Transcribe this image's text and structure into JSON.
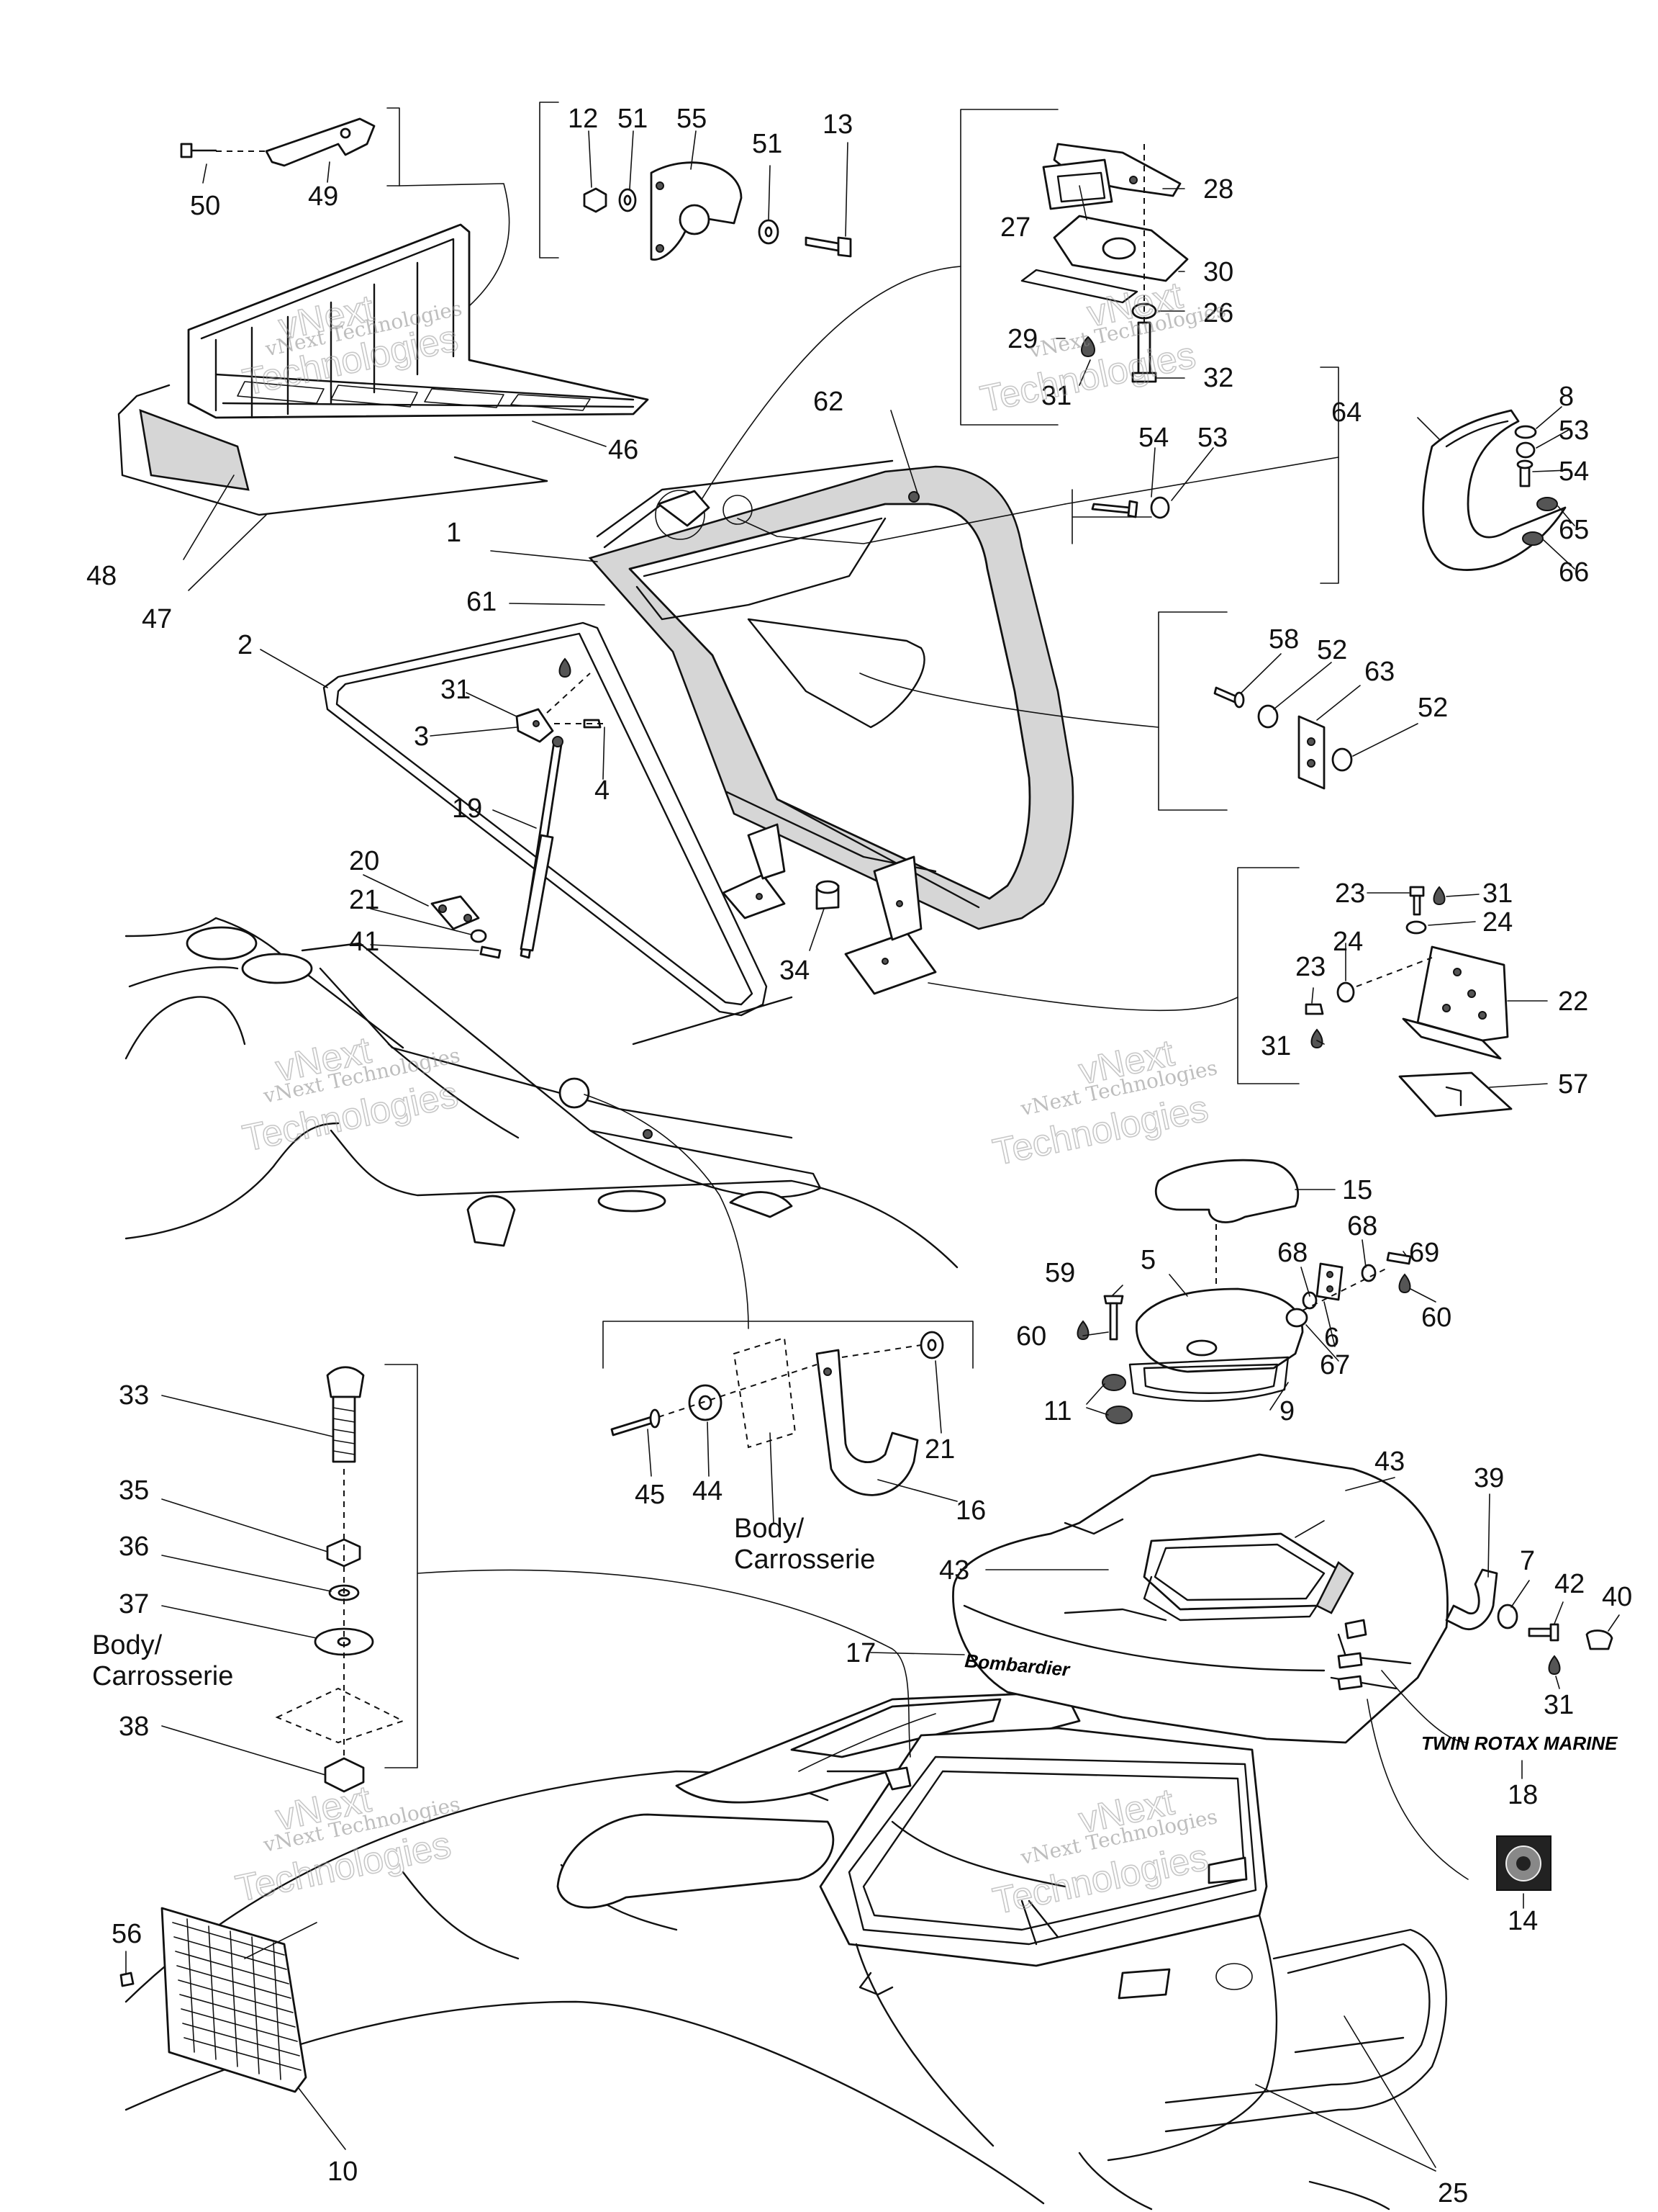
{
  "labels": [
    "1",
    "2",
    "3",
    "4",
    "5",
    "6",
    "7",
    "8",
    "9",
    "10",
    "11",
    "12",
    "13",
    "14",
    "15",
    "16",
    "17",
    "18",
    "19",
    "20",
    "21",
    "22",
    "23",
    "24",
    "25",
    "26",
    "27",
    "28",
    "29",
    "30",
    "31",
    "32",
    "33",
    "34",
    "35",
    "36",
    "37",
    "38",
    "39",
    "40",
    "41",
    "42",
    "43",
    "44",
    "45",
    "46",
    "47",
    "48",
    "49",
    "50",
    "51",
    "52",
    "53",
    "54",
    "55",
    "56",
    "57",
    "58",
    "59",
    "60",
    "61",
    "62",
    "63",
    "64",
    "65",
    "66",
    "67",
    "68",
    "69"
  ],
  "annotations": {
    "body_carrosserie_1": {
      "line1": "Body/",
      "line2": "Carrosserie"
    },
    "body_carrosserie_2": {
      "line1": "Body/",
      "line2": "Carrosserie"
    }
  },
  "decals": {
    "bombardier": "Bombardier",
    "twin_rotax": "TWIN ROTAX MARINE"
  },
  "watermark": {
    "line1": "vNext Technologies",
    "line2": "vNext",
    "line3": "Technologies"
  }
}
